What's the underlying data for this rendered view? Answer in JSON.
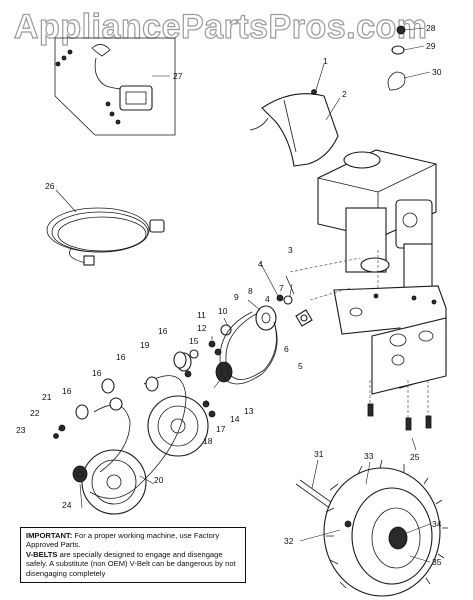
{
  "watermark": "AppliancePartsPros.com",
  "callouts": [
    {
      "id": "c1",
      "label": "1"
    },
    {
      "id": "c2",
      "label": "2"
    },
    {
      "id": "c3",
      "label": "3"
    },
    {
      "id": "c4a",
      "label": "4"
    },
    {
      "id": "c4b",
      "label": "4"
    },
    {
      "id": "c5",
      "label": "5"
    },
    {
      "id": "c6",
      "label": "6"
    },
    {
      "id": "c7",
      "label": "7"
    },
    {
      "id": "c8",
      "label": "8"
    },
    {
      "id": "c9",
      "label": "9"
    },
    {
      "id": "c10",
      "label": "10"
    },
    {
      "id": "c11",
      "label": "11"
    },
    {
      "id": "c12",
      "label": "12"
    },
    {
      "id": "c13",
      "label": "13"
    },
    {
      "id": "c14",
      "label": "14"
    },
    {
      "id": "c15",
      "label": "15"
    },
    {
      "id": "c16a",
      "label": "16"
    },
    {
      "id": "c16b",
      "label": "16"
    },
    {
      "id": "c16c",
      "label": "16"
    },
    {
      "id": "c16d",
      "label": "16"
    },
    {
      "id": "c17",
      "label": "17"
    },
    {
      "id": "c18",
      "label": "18"
    },
    {
      "id": "c19",
      "label": "19"
    },
    {
      "id": "c20",
      "label": "20"
    },
    {
      "id": "c21",
      "label": "21"
    },
    {
      "id": "c22",
      "label": "22"
    },
    {
      "id": "c23",
      "label": "23"
    },
    {
      "id": "c24",
      "label": "24"
    },
    {
      "id": "c25",
      "label": "25"
    },
    {
      "id": "c26",
      "label": "26"
    },
    {
      "id": "c27",
      "label": "27"
    },
    {
      "id": "c28",
      "label": "28"
    },
    {
      "id": "c29",
      "label": "29"
    },
    {
      "id": "c30",
      "label": "30"
    },
    {
      "id": "c31",
      "label": "31"
    },
    {
      "id": "c32",
      "label": "32"
    },
    {
      "id": "c33",
      "label": "33"
    },
    {
      "id": "c34",
      "label": "34"
    },
    {
      "id": "c35",
      "label": "35"
    }
  ],
  "note": {
    "important_label": "IMPORTANT:",
    "important_text": " For a proper working machine, use Factory Approved Parts.",
    "vbelts_label": "V-BELTS",
    "vbelts_text": " are specially designed to engage and disengage safely. A substitute (non OEM) V-Belt can be dangerous by not disengaging completely"
  }
}
